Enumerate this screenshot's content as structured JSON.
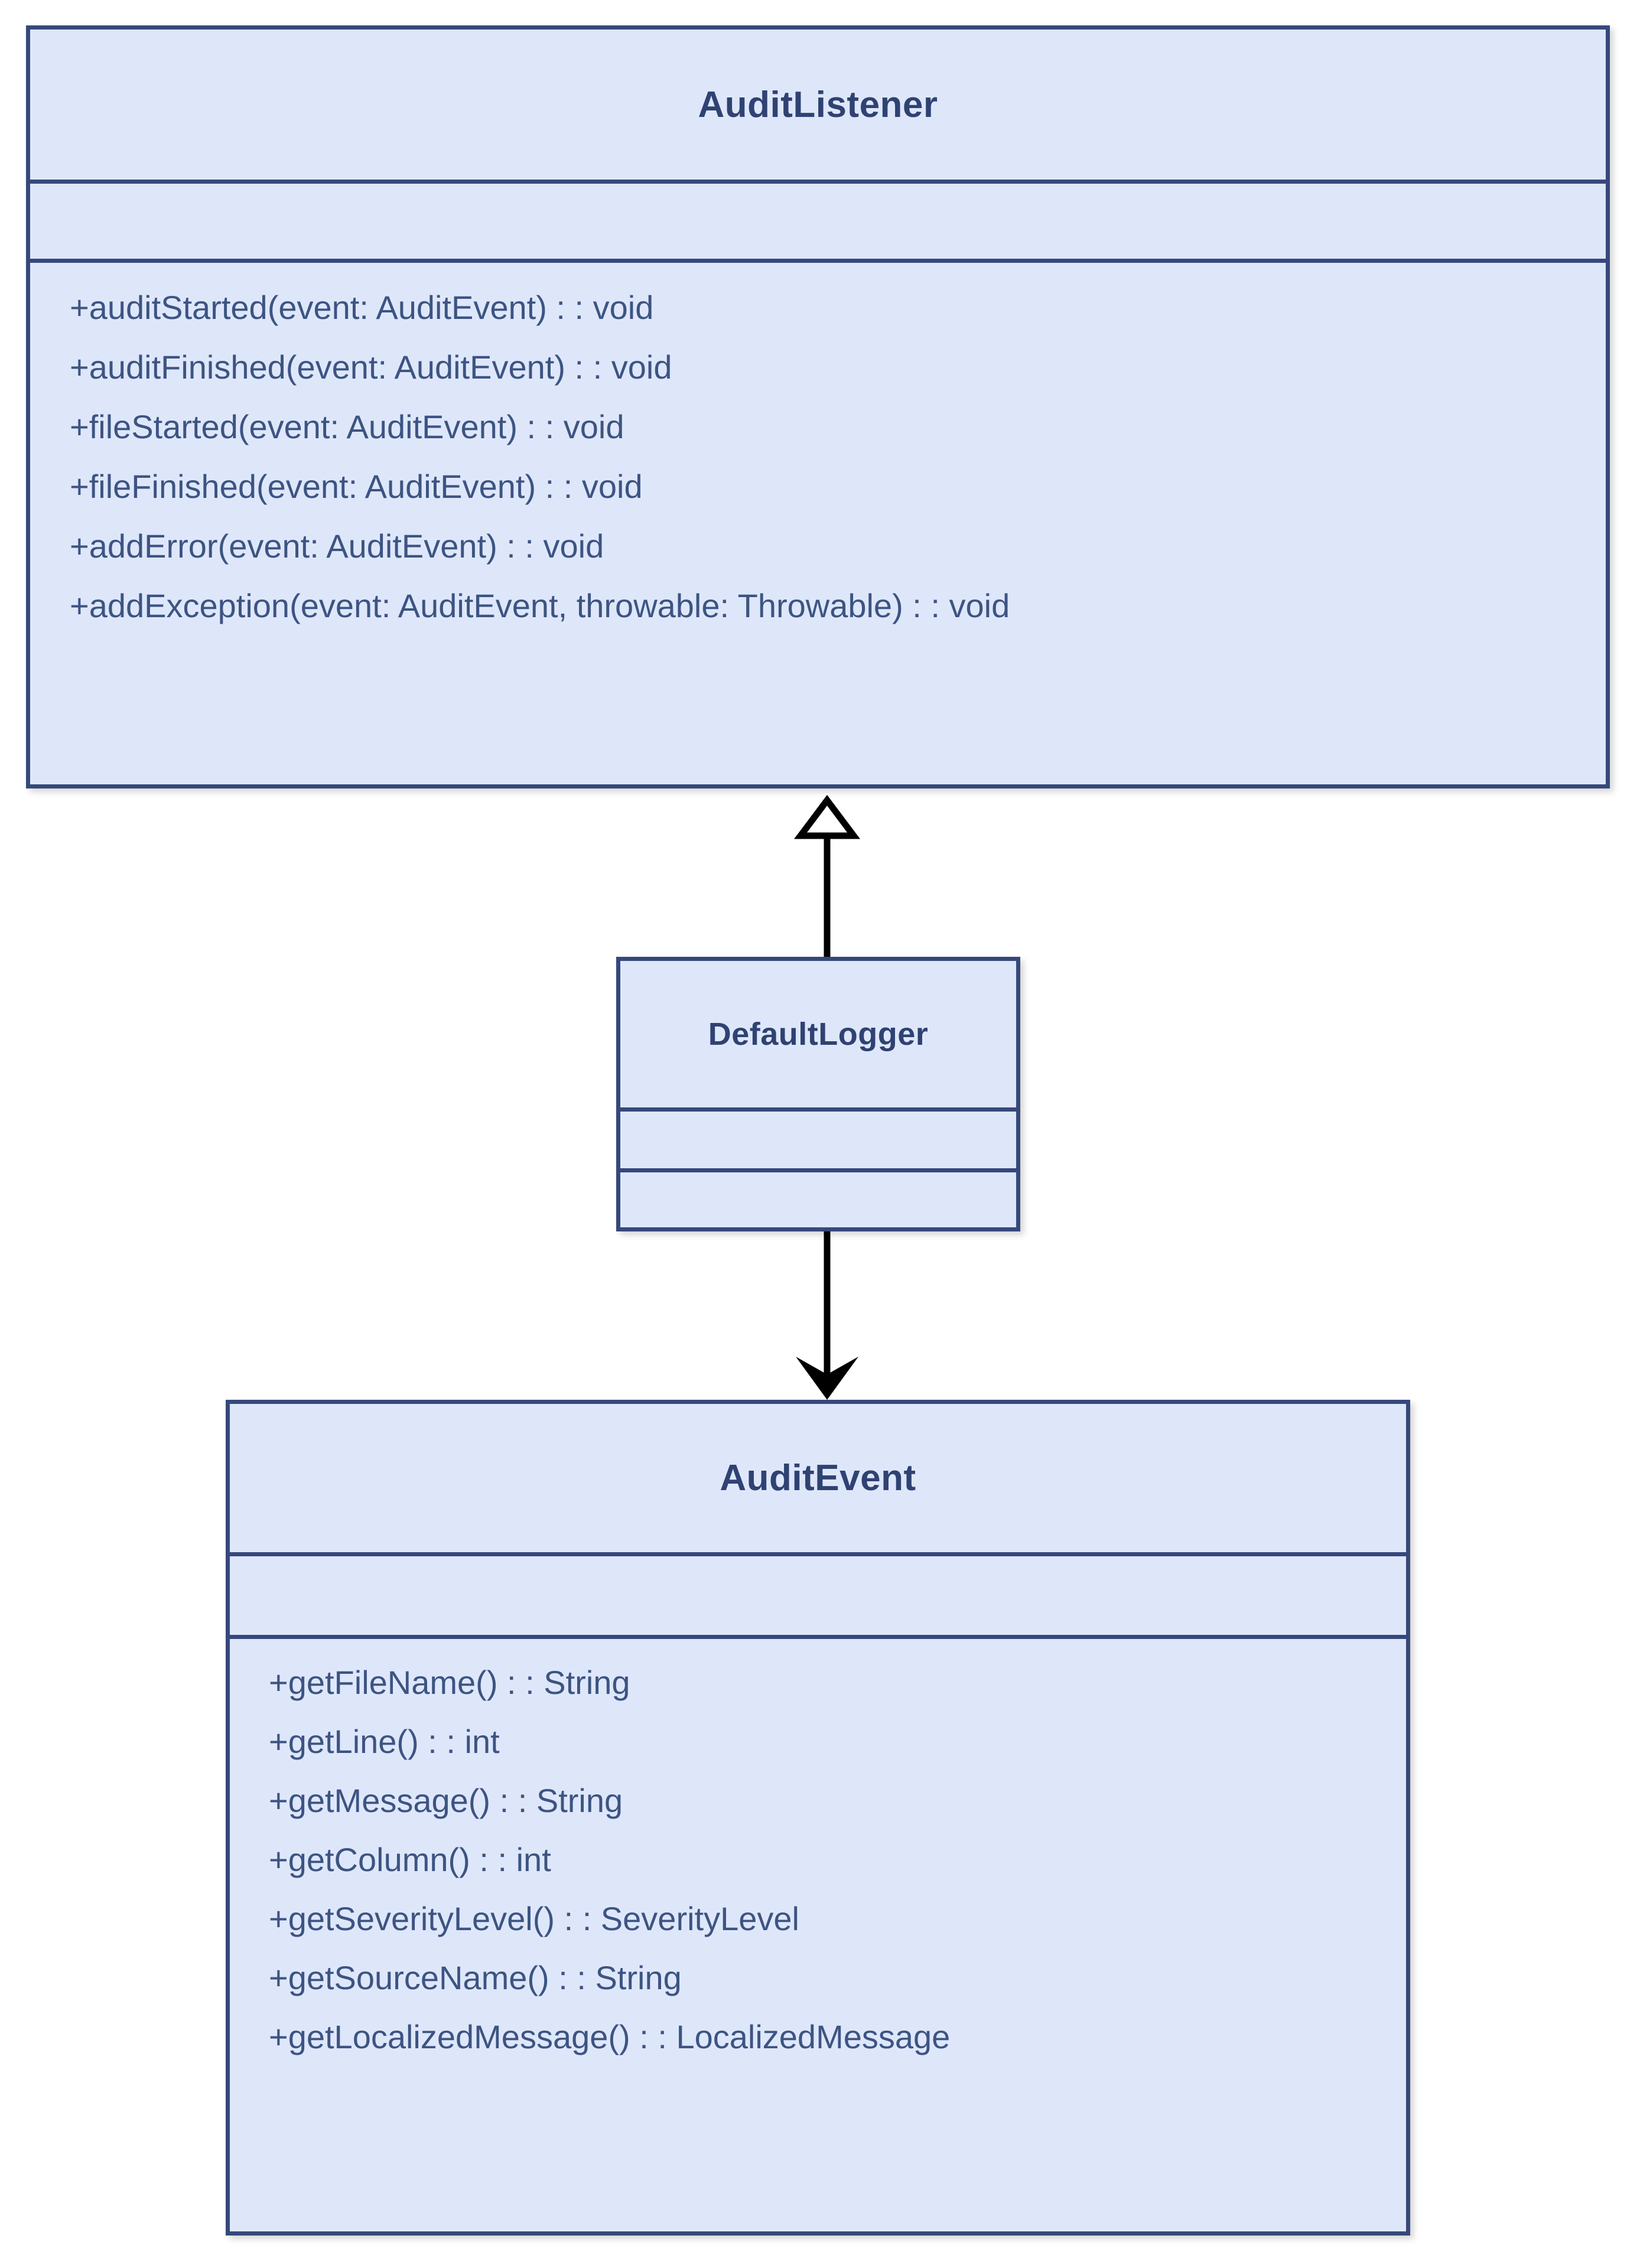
{
  "diagram": {
    "type": "uml-class-diagram",
    "background_color": "#ffffff",
    "class_fill_color": "#dee7fa",
    "class_border_color": "#36487c",
    "title_text_color": "#2f4272",
    "member_text_color": "#3d5482",
    "connector_color": "#000000"
  },
  "classes": [
    {
      "id": "auditlistener",
      "name": "AuditListener",
      "attributes": [],
      "methods": [
        "+auditStarted(event: AuditEvent) : : void",
        "+auditFinished(event: AuditEvent) : : void",
        "+fileStarted(event: AuditEvent) : : void",
        "+fileFinished(event: AuditEvent) : : void",
        "+addError(event: AuditEvent) : : void",
        "+addException(event: AuditEvent, throwable: Throwable) : : void"
      ]
    },
    {
      "id": "defaultlogger",
      "name": "DefaultLogger",
      "attributes": [],
      "methods": []
    },
    {
      "id": "auditevent",
      "name": "AuditEvent",
      "attributes": [],
      "methods": [
        "+getFileName() : : String",
        "+getLine() : : int",
        "+getMessage() : : String",
        "+getColumn() : : int",
        "+getSeverityLevel() : : SeverityLevel",
        "+getSourceName() : : String",
        "+getLocalizedMessage() : : LocalizedMessage"
      ]
    }
  ],
  "connectors": [
    {
      "id": "inheritance",
      "kind": "generalization",
      "arrowhead": "hollow-triangle",
      "from": "DefaultLogger",
      "to": "AuditListener",
      "direction": "up"
    },
    {
      "id": "dependency",
      "kind": "association",
      "arrowhead": "solid-open-arrow",
      "from": "DefaultLogger",
      "to": "AuditEvent",
      "direction": "down"
    }
  ]
}
